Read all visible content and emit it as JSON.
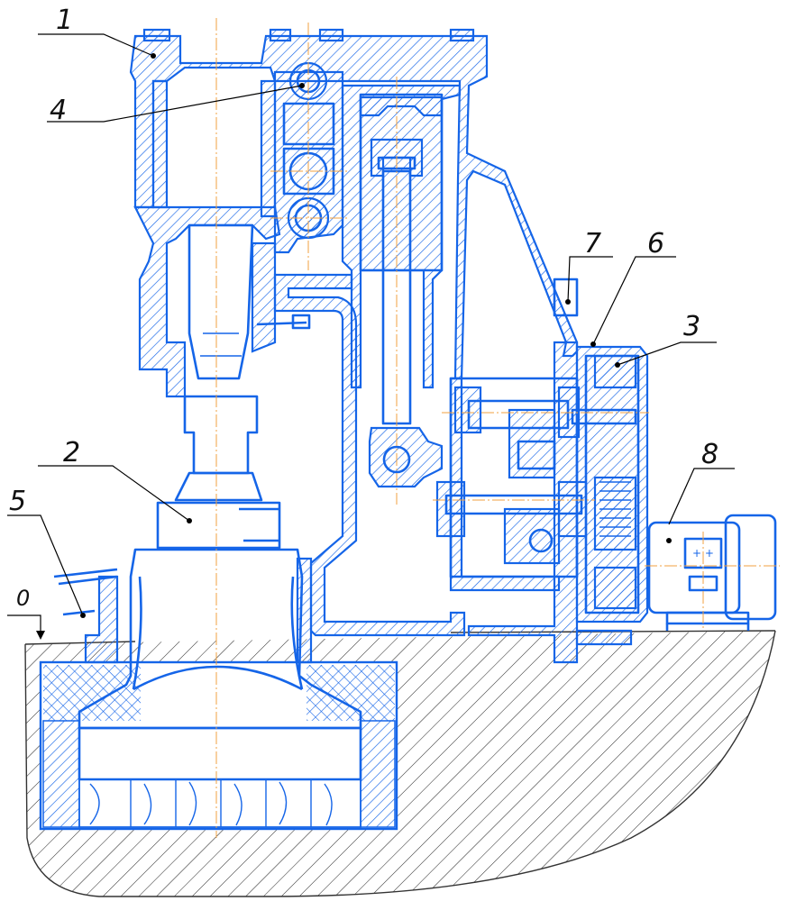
{
  "labels": {
    "l1": "1",
    "l2": "2",
    "l3": "3",
    "l4": "4",
    "l5": "5",
    "l6": "6",
    "l7": "7",
    "l8": "8",
    "l0": "0"
  },
  "colors": {
    "line": "#1565e8",
    "centerline": "#f0a040",
    "leader": "#000000"
  }
}
